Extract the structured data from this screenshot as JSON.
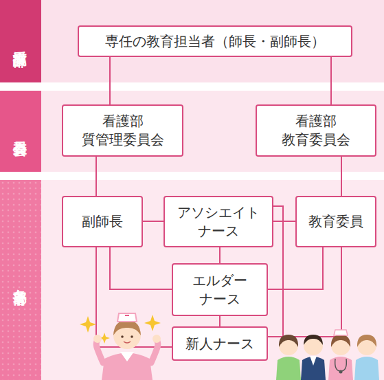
{
  "diagram": {
    "nodes": [
      {
        "text": [
          "看護部"
        ]
      },
      {
        "text": [
          "専任の教育担当者（師長・副師長）"
        ],
        "in": 0
      },
      {
        "text": [
          "委員会"
        ]
      },
      {
        "text": [
          "看護部 質管理委員会"
        ],
        "in": 2
      },
      {
        "text": [
          "看護部 教育委員会"
        ],
        "in": 2
      },
      {
        "text": [
          "各部署"
        ]
      },
      {
        "text": [
          "副師長"
        ],
        "in": 5
      },
      {
        "text": [
          "アソシエイト ナース"
        ],
        "in": 5
      },
      {
        "text": [
          "教育委員"
        ],
        "in": 5
      },
      {
        "text": [
          "エルダー ナース"
        ],
        "in": 5
      },
      {
        "text": [
          "新人ナース"
        ],
        "in": 5
      }
    ],
    "edges": [
      {
        "from": 1,
        "to": 3,
        "arrow": "none"
      },
      {
        "from": 1,
        "to": 4,
        "arrow": "none"
      },
      {
        "from": 3,
        "to": 6,
        "arrow": "none"
      },
      {
        "from": 4,
        "to": 8,
        "arrow": "none"
      },
      {
        "from": 6,
        "to": 7,
        "arrow": "none"
      },
      {
        "from": 7,
        "to": 8,
        "arrow": "none"
      },
      {
        "from": 7,
        "to": 9,
        "arrow": "none"
      },
      {
        "from": 9,
        "to": 10,
        "arrow": "none"
      },
      {
        "from": 6,
        "to": 9,
        "arrow": "none"
      },
      {
        "from": 8,
        "to": 9,
        "arrow": "none"
      },
      {
        "from": 6,
        "to": 10,
        "arrow": "none"
      },
      {
        "from": 7,
        "to": 10,
        "arrow": "none"
      },
      {
        "from": 8,
        "to": 10,
        "arrow": "none"
      }
    ]
  }
}
